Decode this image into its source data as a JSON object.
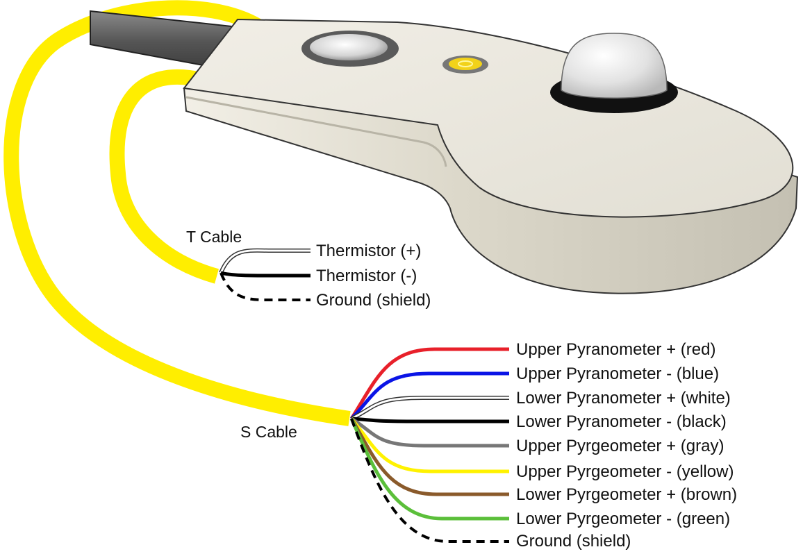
{
  "colors": {
    "cable_jacket": "#ffee00",
    "body_light": "#eae6dc",
    "body_side": "#cdc9bb",
    "outline": "#333333"
  },
  "t_cable": {
    "name": "T Cable",
    "wires": [
      {
        "label": "Thermistor (+)",
        "color": "#ffffff",
        "style": "solid"
      },
      {
        "label": "Thermistor (-)",
        "color": "#000000",
        "style": "solid"
      },
      {
        "label": "Ground (shield)",
        "color": "#000000",
        "style": "dashed"
      }
    ]
  },
  "s_cable": {
    "name": "S Cable",
    "wires": [
      {
        "label": "Upper Pyranometer + (red)",
        "color": "#e8202a",
        "style": "solid"
      },
      {
        "label": "Upper Pyranometer - (blue)",
        "color": "#0a14e6",
        "style": "solid"
      },
      {
        "label": "Lower Pyranometer + (white)",
        "color": "#ffffff",
        "style": "solid"
      },
      {
        "label": "Lower Pyranometer - (black)",
        "color": "#000000",
        "style": "solid"
      },
      {
        "label": "Upper Pyrgeometer + (gray)",
        "color": "#777777",
        "style": "solid"
      },
      {
        "label": "Upper Pyrgeometer - (yellow)",
        "color": "#fff200",
        "style": "solid"
      },
      {
        "label": "Lower Pyrgeometer + (brown)",
        "color": "#8a5a2b",
        "style": "solid"
      },
      {
        "label": "Lower Pyrgeometer - (green)",
        "color": "#5bbf3a",
        "style": "solid"
      },
      {
        "label": "Ground (shield)",
        "color": "#000000",
        "style": "dashed"
      }
    ]
  }
}
